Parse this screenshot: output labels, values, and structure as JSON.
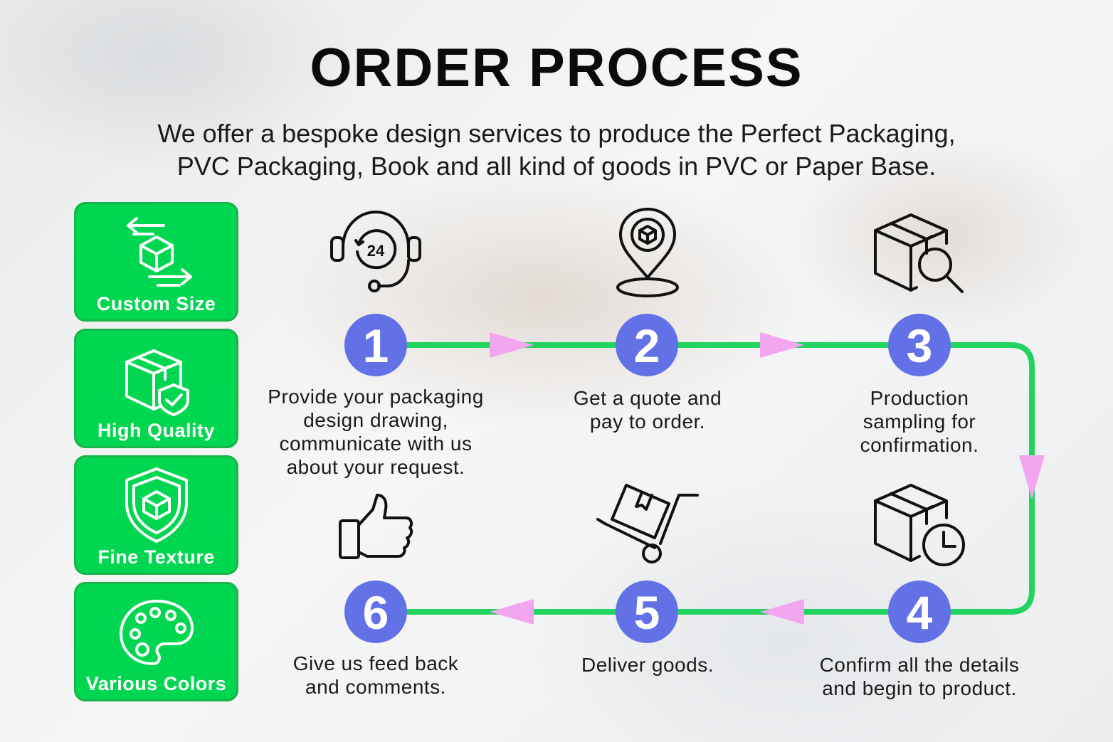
{
  "title": "ORDER PROCESS",
  "subtitle_line1": "We offer a bespoke design services to produce the Perfect Packaging,",
  "subtitle_line2": "PVC Packaging, Book and all kind of goods in PVC or Paper Base.",
  "colors": {
    "feature_bg": "#00d650",
    "step_circle": "#6271e6",
    "path_line": "#22d45f",
    "arrow": "#f2a6f0"
  },
  "features": [
    {
      "label": "Custom Size",
      "icon": "resize-cube-icon"
    },
    {
      "label": "High Quality",
      "icon": "box-shield-icon"
    },
    {
      "label": "Fine Texture",
      "icon": "shield-cube-icon"
    },
    {
      "label": "Various Colors",
      "icon": "palette-icon"
    }
  ],
  "steps": [
    {
      "number": "1",
      "icon": "24h-support-icon",
      "lines": [
        "Provide your packaging",
        "design drawing,",
        "communicate with us",
        "about your request."
      ]
    },
    {
      "number": "2",
      "icon": "location-pin-box-icon",
      "lines": [
        "Get a quote and",
        "pay to order."
      ]
    },
    {
      "number": "3",
      "icon": "box-search-icon",
      "lines": [
        "Production",
        "sampling for",
        "confirmation."
      ]
    },
    {
      "number": "4",
      "icon": "box-clock-icon",
      "lines": [
        "Confirm all the details",
        "and begin to product."
      ]
    },
    {
      "number": "5",
      "icon": "hand-truck-box-icon",
      "lines": [
        "Deliver goods."
      ]
    },
    {
      "number": "6",
      "icon": "thumbs-up-icon",
      "lines": [
        "Give us feed back",
        "and comments."
      ]
    }
  ]
}
